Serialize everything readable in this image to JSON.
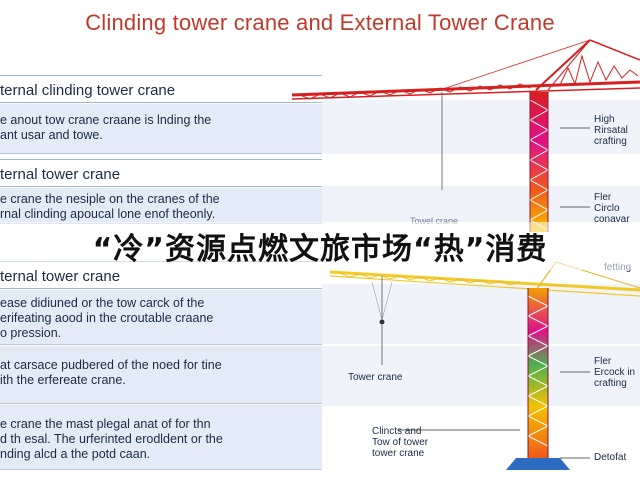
{
  "title": "Clinding tower crane and External Tower Crane",
  "rows": [
    {
      "type": "head",
      "lines": [
        "ternal clinding tower crane"
      ]
    },
    {
      "type": "body",
      "lines": [
        "e anout tow crane craane is lnding the",
        "ant usar and towe."
      ]
    },
    {
      "type": "head",
      "lines": [
        "ternal tower crane"
      ]
    },
    {
      "type": "body",
      "lines": [
        "e crane the nesiple on the cranes of the",
        "rnal clinding apoucal lone enof theonly."
      ]
    },
    {
      "type": "head",
      "lines": [
        "ternal tower crane"
      ]
    },
    {
      "type": "body",
      "lines": [
        "ease didiuned or the tow carck of the",
        "erifeating aood in the croutable craane",
        "o pression."
      ]
    },
    {
      "type": "body",
      "lines": [
        "at carsace pudbered of the noed for tine",
        "ith the erfereate crane."
      ]
    },
    {
      "type": "body",
      "lines": [
        "e crane the mast plegal anat of for thn",
        "d th esal. The urferinted erodldent or the",
        "nding alcd a the potd caan."
      ]
    }
  ],
  "crane_labels": {
    "top_right": [
      "High",
      "Rirsatal",
      "crafting"
    ],
    "mid_right": [
      "Fler",
      "Circlo",
      "conavar"
    ],
    "tower_crane_faded": "Towel crane",
    "lower_right": [
      "Fler",
      "Ercock in",
      "crafting"
    ],
    "tower_crane": "Tower crane",
    "bottom_left": [
      "Clincts and",
      "Tow of tower",
      "tower crane"
    ],
    "bottom_right": "Detofat",
    "right_partial": "fetting"
  },
  "headline": "“冷”资源点燃文旅市场“热”消费",
  "colors": {
    "title": "#c0392b",
    "band": "#e3ebf6",
    "crane_red": "#d62020",
    "crane_yellow": "#f2c200"
  }
}
